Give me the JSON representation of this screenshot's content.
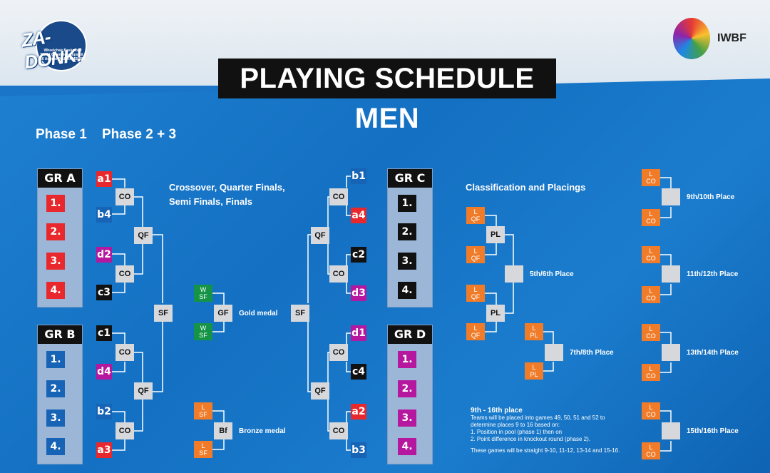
{
  "header": {
    "title": "PLAYING SCHEDULE MEN",
    "logo_left": "ZA-DONK!",
    "logo_left_sub": "Wheelchair Basketball World Championships 16 - 26 August 2018 HAMBURG",
    "logo_right": "IWBF"
  },
  "phases": {
    "p1": "Phase 1",
    "p23": "Phase 2 + 3"
  },
  "groups": [
    {
      "name": "GR A",
      "color": "#e8282c",
      "ranks": [
        "1.",
        "2.",
        "3.",
        "4."
      ]
    },
    {
      "name": "GR B",
      "color": "#1763b5",
      "ranks": [
        "1.",
        "2.",
        "3.",
        "4."
      ]
    },
    {
      "name": "GR C",
      "color": "#111111",
      "ranks": [
        "1.",
        "2.",
        "3.",
        "4."
      ]
    },
    {
      "name": "GR D",
      "color": "#b5179e",
      "ranks": [
        "1.",
        "2.",
        "3.",
        "4."
      ]
    }
  ],
  "left_teams": [
    "a1",
    "b4",
    "d2",
    "c3",
    "c1",
    "d4",
    "b2",
    "a3"
  ],
  "right_teams": [
    "b1",
    "a4",
    "c2",
    "d3",
    "d1",
    "c4",
    "a2",
    "b3"
  ],
  "codes": {
    "co": "CO",
    "qf": "QF",
    "sf": "SF",
    "gf": "GF",
    "bf": "Bf",
    "pl": "PL"
  },
  "final": {
    "w": "W",
    "l": "L",
    "sf": "SF",
    "qf": "QF",
    "pl": "PL",
    "co": "CO",
    "gold": "Gold medal",
    "bronze": "Bronze medal"
  },
  "headings": {
    "cross": "Crossover, Quarter Finals, Semi Finals, Finals",
    "class": "Classification and Placings"
  },
  "places": {
    "p56": "5th/6th Place",
    "p78": "7th/8th Place",
    "p910": "9th/10th Place",
    "p1112": "11th/12th Place",
    "p1314": "13th/14th Place",
    "p1516": "15th/16th Place"
  },
  "note": {
    "title": "9th - 16th place",
    "l1": "Teams will be placed into games 49, 50, 51 and 52 to determine places 9 to 16 based on:",
    "l2": "1. Position in pool (phase 1) then on",
    "l3": "2. Point difference in knockout round (phase 2).",
    "l4": "These games will be straight 9-10, 11-12, 13-14 and 15-16."
  }
}
